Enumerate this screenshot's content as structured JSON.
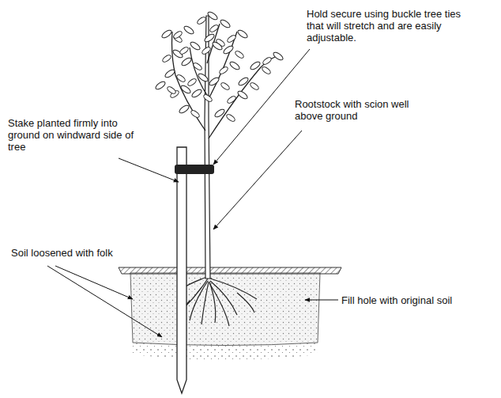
{
  "diagram": {
    "labels": [
      "Hold secure using buckle tree ties that will stretch and are easily adjustable.",
      "Stake planted firmly into ground on windward side of tree",
      "Rootstock with scion well above ground",
      "Soil loosened with folk",
      "Fill hole with original soil"
    ]
  }
}
